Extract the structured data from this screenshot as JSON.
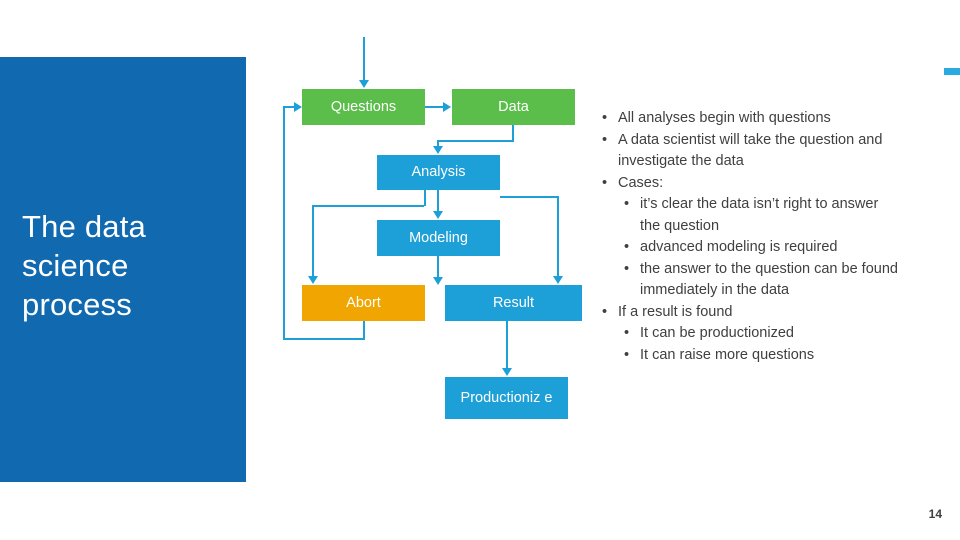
{
  "slide": {
    "title": "The data science process",
    "page_number": "14",
    "colors": {
      "panel_blue": "#1169b0",
      "node_green": "#5bbd4a",
      "node_blue": "#1d9fd8",
      "node_amber": "#f0a500",
      "accent": "#29abe2",
      "text": "#404040"
    }
  },
  "diagram": {
    "type": "flowchart",
    "nodes": [
      {
        "id": "questions",
        "label": "Questions",
        "color": "green"
      },
      {
        "id": "data",
        "label": "Data",
        "color": "green"
      },
      {
        "id": "analysis",
        "label": "Analysis",
        "color": "blue"
      },
      {
        "id": "modeling",
        "label": "Modeling",
        "color": "blue"
      },
      {
        "id": "abort",
        "label": "Abort",
        "color": "amber"
      },
      {
        "id": "result",
        "label": "Result",
        "color": "blue"
      },
      {
        "id": "productionize",
        "label": "Productioniz e",
        "color": "blue"
      }
    ]
  },
  "bullets": [
    {
      "level": 1,
      "text": "All analyses begin with questions"
    },
    {
      "level": 1,
      "text": "A data scientist will take the question and investigate the data"
    },
    {
      "level": 1,
      "text": "Cases:"
    },
    {
      "level": 2,
      "text": "it’s clear the data isn’t right to answer the question"
    },
    {
      "level": 2,
      "text": "advanced modeling is required"
    },
    {
      "level": 2,
      "text": "the answer to the question can be found immediately in the data"
    },
    {
      "level": 1,
      "text": "If a result is found"
    },
    {
      "level": 2,
      "text": "It can be productionized"
    },
    {
      "level": 2,
      "text": "It can raise more questions"
    }
  ]
}
